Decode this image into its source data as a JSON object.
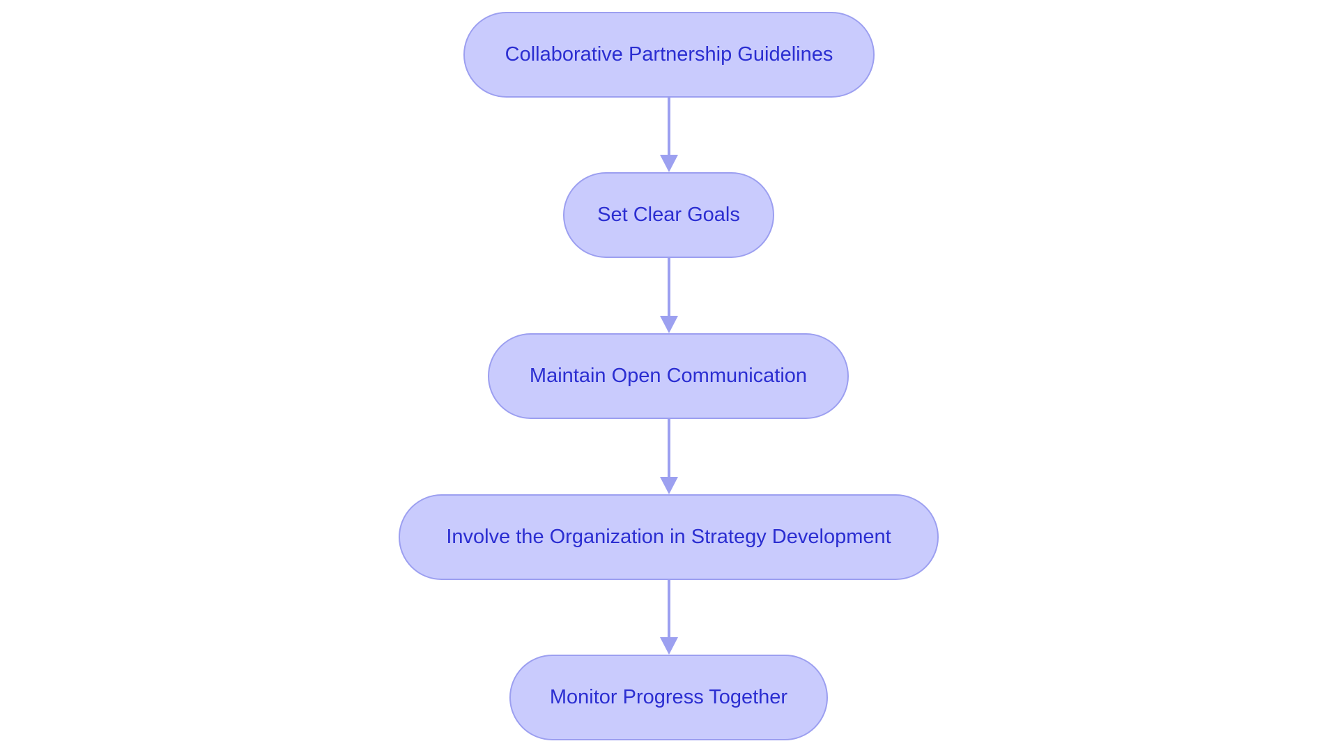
{
  "colors": {
    "node_fill": "#c9cbfd",
    "node_stroke": "#9c9ff0",
    "text": "#2b2ed1",
    "edge": "#9ca0f0"
  },
  "nodes": [
    {
      "label": "Collaborative Partnership Guidelines"
    },
    {
      "label": "Set Clear Goals"
    },
    {
      "label": "Maintain Open Communication"
    },
    {
      "label": "Involve the Organization in Strategy Development"
    },
    {
      "label": "Monitor Progress Together"
    }
  ],
  "edges": [
    [
      0,
      1
    ],
    [
      1,
      2
    ],
    [
      2,
      3
    ],
    [
      3,
      4
    ]
  ]
}
